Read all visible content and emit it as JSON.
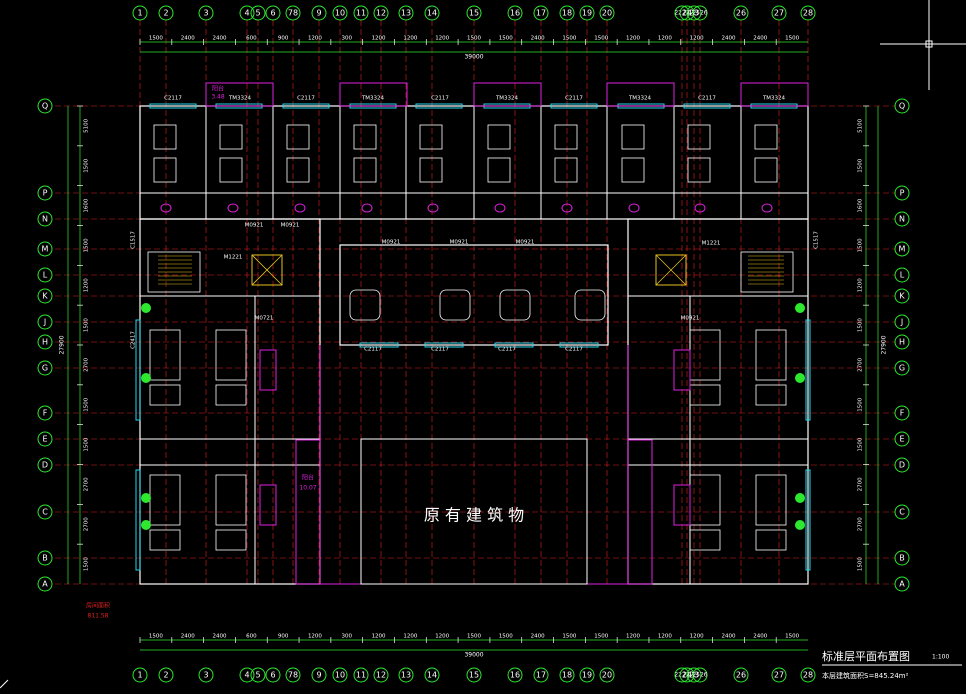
{
  "top_axes": [
    "1",
    "2",
    "3",
    "4",
    "5",
    "6",
    "78",
    "9",
    "10",
    "11",
    "12",
    "13",
    "14",
    "15",
    "16",
    "17",
    "18",
    "19",
    "20",
    "2222",
    "23",
    "24",
    "2526",
    "26",
    "27",
    "28"
  ],
  "bottom_axes": [
    "1",
    "2",
    "3",
    "4",
    "5",
    "6",
    "78",
    "9",
    "10",
    "11",
    "12",
    "13",
    "14",
    "15",
    "16",
    "17",
    "18",
    "19",
    "20",
    "2222",
    "23",
    "24",
    "2526",
    "26",
    "27",
    "28"
  ],
  "row_axes": [
    "Q",
    "P",
    "N",
    "M",
    "L",
    "K",
    "J",
    "H",
    "G",
    "F",
    "E",
    "D",
    "C",
    "B",
    "A"
  ],
  "top_dims": [
    "1500",
    "2400",
    "2400",
    "600",
    "900",
    "1200",
    "300",
    "1200",
    "1200",
    "1200",
    "1500",
    "1500",
    "2400",
    "1500",
    "1500",
    "1200",
    "1200",
    "1200",
    "2400",
    "2400",
    "1500"
  ],
  "top_total": "39000",
  "bottom_dims": [
    "1500",
    "2400",
    "2400",
    "600",
    "900",
    "1200",
    "300",
    "1200",
    "1200",
    "1200",
    "1500",
    "1500",
    "2400",
    "1500",
    "1500",
    "1200",
    "1200",
    "1200",
    "2400",
    "2400",
    "1500"
  ],
  "bottom_total": "39000",
  "left_dims": [
    "5100",
    "1500",
    "1600",
    "1500",
    "1200",
    "1500",
    "2700",
    "1500",
    "1500",
    "2700",
    "2700",
    "1500"
  ],
  "left_total": "27900",
  "right_dims": [
    "5100",
    "1500",
    "1600",
    "1500",
    "1200",
    "1500",
    "2700",
    "1500",
    "1500",
    "2700",
    "2700",
    "1500"
  ],
  "right_total": "27900",
  "window_tags": [
    "C2117",
    "TM3324",
    "C2117",
    "TM3324",
    "C2117",
    "TM3324",
    "C2117",
    "TM3324",
    "C2117",
    "TM3324"
  ],
  "balcony_top": {
    "label": "阳台",
    "area": "3.48"
  },
  "balcony_mid": {
    "label": "阳台",
    "area": "10.07"
  },
  "door_tags": [
    "M0921",
    "M0921",
    "M0921",
    "M0921",
    "M0921",
    "M1221",
    "M1221",
    "M0721",
    "M0921",
    "C2117",
    "C2117",
    "C2117",
    "C2117",
    "C2417",
    "C1517",
    "C1517"
  ],
  "existing_building": "原 有 建 筑 物",
  "area_note": {
    "label": "房间面积",
    "value": "811.58"
  },
  "title": {
    "main": "标准层平面布置图",
    "scale": "1:100",
    "sub": "本层建筑面积S=845.24m²"
  }
}
